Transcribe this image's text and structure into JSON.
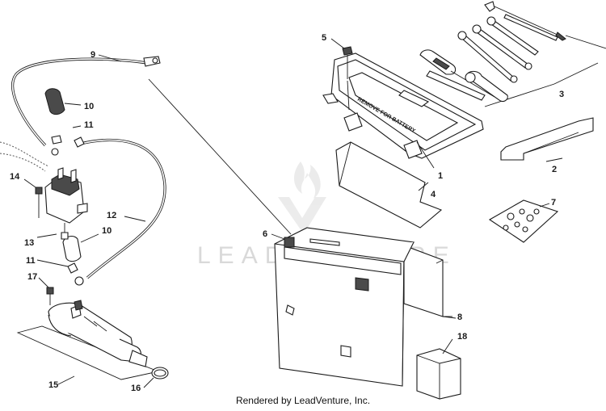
{
  "watermark": "LEADVENTURE",
  "credit": "Rendered by LeadVenture, Inc.",
  "battery_tray_text": "REMOVE FOR BATTERY",
  "callouts": {
    "c1": "1",
    "c2": "2",
    "c3": "3",
    "c4": "4",
    "c5": "5",
    "c6": "6",
    "c7": "7",
    "c8": "8",
    "c9": "9",
    "c10a": "10",
    "c10b": "10",
    "c11a": "11",
    "c11b": "11",
    "c12": "12",
    "c13": "13",
    "c14": "14",
    "c15": "15",
    "c16": "16",
    "c17": "17",
    "c18": "18"
  }
}
